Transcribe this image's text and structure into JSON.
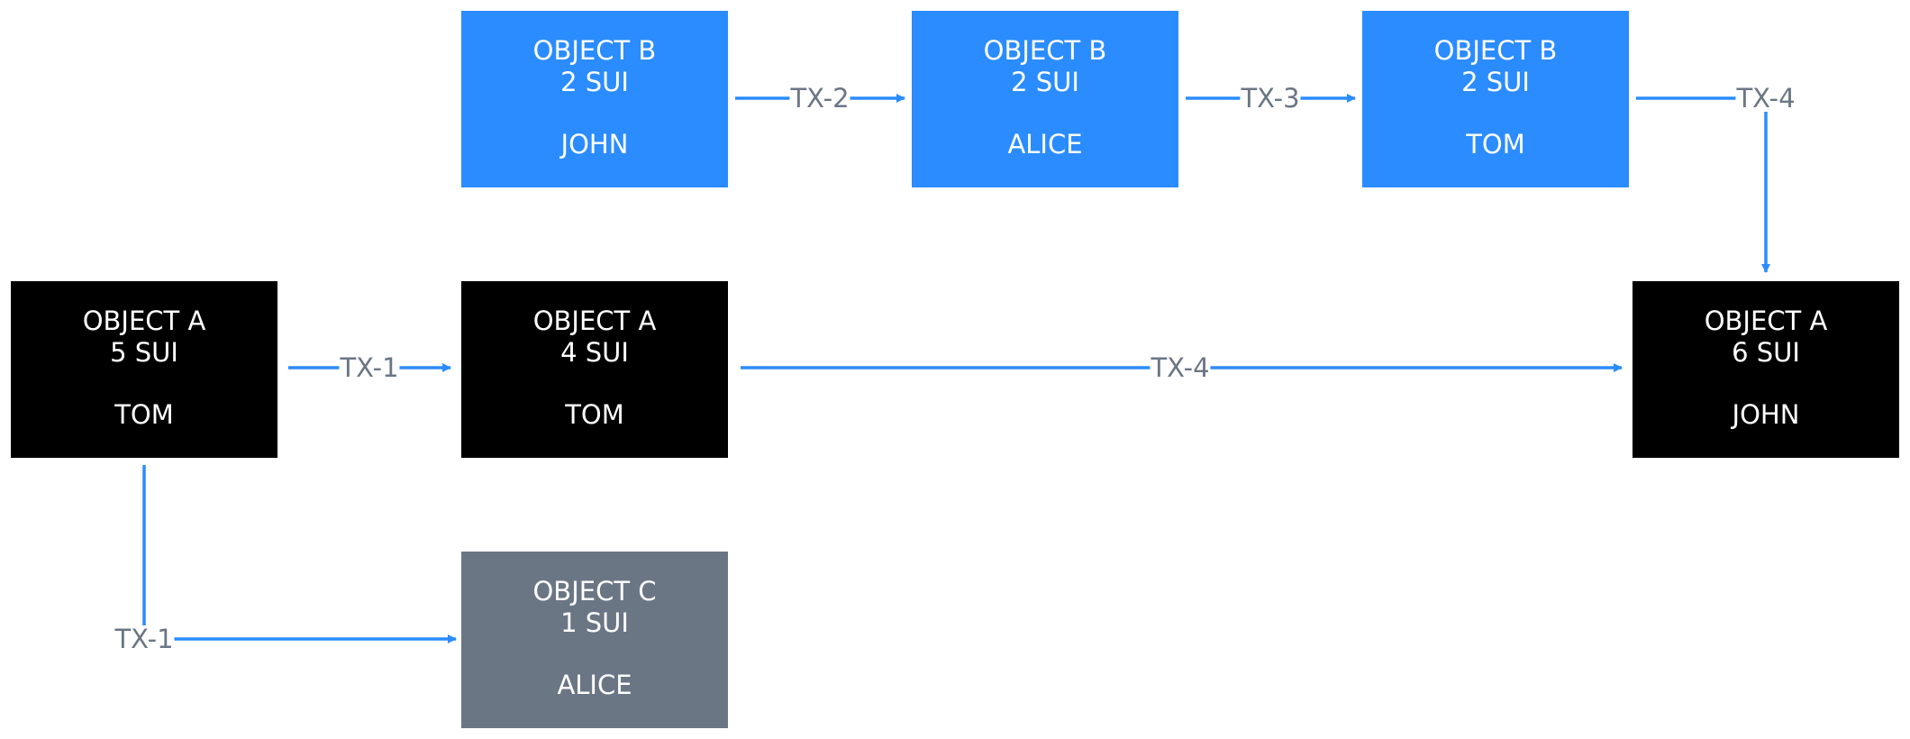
{
  "nodes": {
    "b_john": {
      "object": "OBJECT B",
      "amount": "2 SUI",
      "owner": "JOHN"
    },
    "b_alice": {
      "object": "OBJECT B",
      "amount": "2 SUI",
      "owner": "ALICE"
    },
    "b_tom": {
      "object": "OBJECT B",
      "amount": "2 SUI",
      "owner": "TOM"
    },
    "a_tom_5": {
      "object": "OBJECT A",
      "amount": "5 SUI",
      "owner": "TOM"
    },
    "a_tom_4": {
      "object": "OBJECT A",
      "amount": "4 SUI",
      "owner": "TOM"
    },
    "a_john_6": {
      "object": "OBJECT A",
      "amount": "6 SUI",
      "owner": "JOHN"
    },
    "c_alice": {
      "object": "OBJECT C",
      "amount": "1 SUI",
      "owner": "ALICE"
    }
  },
  "edges": {
    "b_john_to_b_alice": "TX-2",
    "b_alice_to_b_tom": "TX-3",
    "b_tom_to_a_john": "TX-4",
    "a_tom5_to_a_tom4": "TX-1",
    "a_tom4_to_a_john": "TX-4",
    "a_tom5_to_c_alice": "TX-1"
  },
  "colors": {
    "object_b": "#2b8cff",
    "object_a": "#000000",
    "object_c": "#6b7685",
    "arrow": "#2b8cff",
    "label": "#6b7685"
  }
}
